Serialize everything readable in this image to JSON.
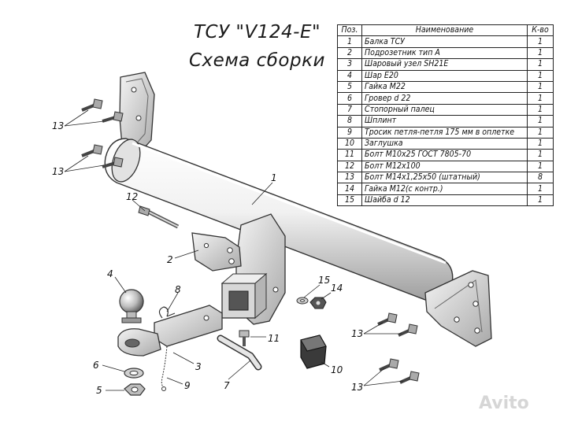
{
  "title": {
    "line1": "ТСУ \"V124-E\"",
    "line2": "Схема сборки"
  },
  "table": {
    "headers": {
      "pos": "Поз.",
      "name": "Наименование",
      "qty": "К-во"
    },
    "rows": [
      {
        "pos": "1",
        "name": "Балка ТСУ",
        "qty": "1"
      },
      {
        "pos": "2",
        "name": "Подрозетник тип А",
        "qty": "1"
      },
      {
        "pos": "3",
        "name": "Шаровый узел SH21E",
        "qty": "1"
      },
      {
        "pos": "4",
        "name": "Шар E20",
        "qty": "1"
      },
      {
        "pos": "5",
        "name": "Гайка М22",
        "qty": "1"
      },
      {
        "pos": "6",
        "name": "Гровер d 22",
        "qty": "1"
      },
      {
        "pos": "7",
        "name": "Стопорный палец",
        "qty": "1"
      },
      {
        "pos": "8",
        "name": "Шплинт",
        "qty": "1"
      },
      {
        "pos": "9",
        "name": "Тросик петля-петля 175 мм в оплетке",
        "qty": "1"
      },
      {
        "pos": "10",
        "name": "Заглушка",
        "qty": "1"
      },
      {
        "pos": "11",
        "name": "Болт М10х25 ГОСТ 7805-70",
        "qty": "1"
      },
      {
        "pos": "12",
        "name": "Болт М12х100",
        "qty": "1"
      },
      {
        "pos": "13",
        "name": "Болт М14х1,25х50 (штатный)",
        "qty": "8"
      },
      {
        "pos": "14",
        "name": "Гайка М12(с контр.)",
        "qty": "1"
      },
      {
        "pos": "15",
        "name": "Шайба d 12",
        "qty": "1"
      }
    ]
  },
  "callouts": {
    "c1": "1",
    "c2": "2",
    "c3": "3",
    "c4": "4",
    "c5": "5",
    "c6": "6",
    "c7": "7",
    "c8": "8",
    "c9": "9",
    "c10": "10",
    "c11": "11",
    "c12": "12",
    "c13a": "13",
    "c13b": "13",
    "c13c": "13",
    "c13d": "13",
    "c14": "14",
    "c15": "15"
  },
  "watermark": "Avito"
}
